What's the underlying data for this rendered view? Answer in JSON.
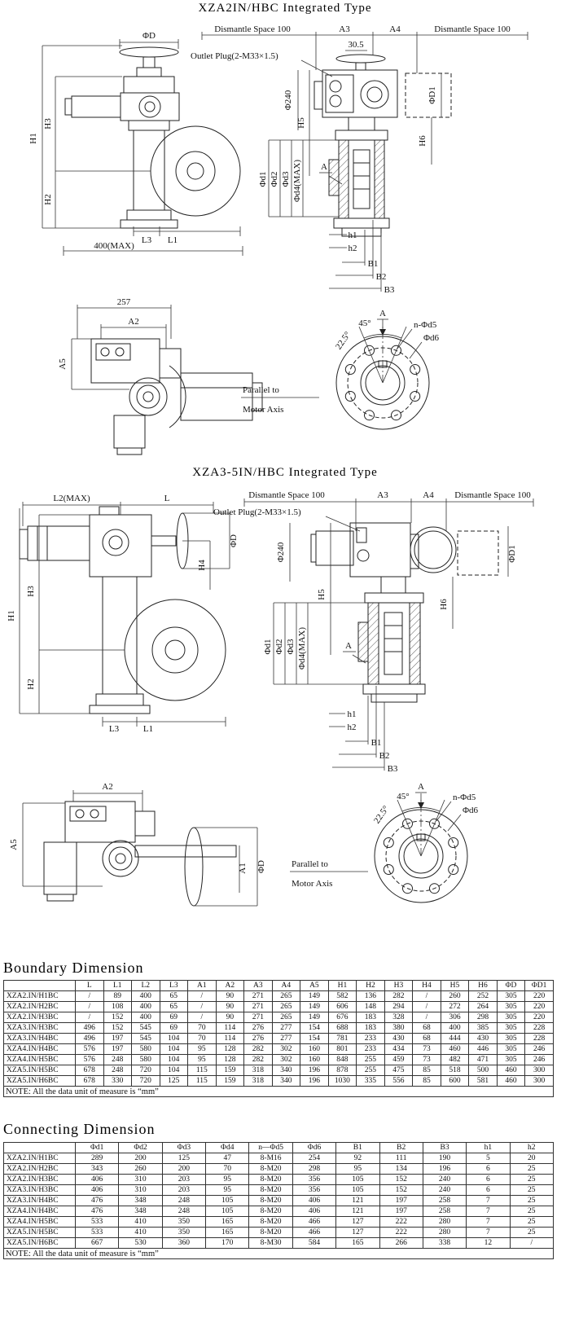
{
  "titles": {
    "section1": "XZA2IN/HBC Integrated Type",
    "section2": "XZA3-5IN/HBC Integrated Type"
  },
  "d1": {
    "phiD": "ΦD",
    "dismantle_left": "Dismantle Space 100",
    "a3": "A3",
    "a4": "A4",
    "dismantle_right": "Dismantle Space 100",
    "dim305": "30.5",
    "outlet": "Outlet Plug(2-M33×1.5)",
    "phi240": "Φ240",
    "h5": "H5",
    "phiD1": "ΦD1",
    "h6": "H6",
    "h1": "H1",
    "h3": "H3",
    "h2": "H2",
    "phid1": "Φd1",
    "phid2": "Φd2",
    "phid3": "Φd3",
    "phid4max": "Φd4(MAX)",
    "sectionA": "A",
    "l3": "L3",
    "l1": "L1",
    "max400": "400(MAX)",
    "h1s": "h1",
    "h2s": "h2",
    "b1": "B1",
    "b2": "B2",
    "b3": "B3"
  },
  "d2": {
    "dim257": "257",
    "a2": "A2",
    "a5": "A5",
    "parallel1": "Parallel to",
    "parallel2": "Motor Axis",
    "nphid5": "n-Φd5",
    "phid6": "Φd6",
    "deg45": "45°",
    "deg225": "22.5°",
    "viewA": "A"
  },
  "d3": {
    "l2max": "L2(MAX)",
    "l": "L",
    "dismantle_left": "Dismantle Space 100",
    "a3": "A3",
    "a4": "A4",
    "dismantle_right": "Dismantle Space 100",
    "outlet": "Outlet Plug(2-M33×1.5)",
    "h4": "H4",
    "phiD": "ΦD",
    "phi240": "Φ240",
    "h5": "H5",
    "phiD1": "ΦD1",
    "h6": "H6",
    "h1": "H1",
    "h3": "H3",
    "h2": "H2",
    "phid1": "Φd1",
    "phid2": "Φd2",
    "phid3": "Φd3",
    "phid4max": "Φd4(MAX)",
    "sectionA": "A",
    "l3": "L3",
    "l1": "L1",
    "h1s": "h1",
    "h2s": "h2",
    "b1": "B1",
    "b2": "B2",
    "b3": "B3"
  },
  "d4": {
    "a2": "A2",
    "a5": "A5",
    "a1": "A1",
    "phiD": "ΦD",
    "parallel1": "Parallel to",
    "parallel2": "Motor Axis",
    "nphid5": "n-Φd5",
    "phid6": "Φd6",
    "deg45": "45°",
    "deg225": "22.5°",
    "viewA": "A"
  },
  "boundary": {
    "title": "Boundary Dimension",
    "headers": [
      "",
      "L",
      "L1",
      "L2",
      "L3",
      "A1",
      "A2",
      "A3",
      "A4",
      "A5",
      "H1",
      "H2",
      "H3",
      "H4",
      "H5",
      "H6",
      "ΦD",
      "ΦD1"
    ],
    "rows": [
      [
        "XZA2.IN/H1BC",
        "/",
        "89",
        "400",
        "65",
        "/",
        "90",
        "271",
        "265",
        "149",
        "582",
        "136",
        "282",
        "/",
        "260",
        "252",
        "305",
        "220"
      ],
      [
        "XZA2.IN/H2BC",
        "/",
        "108",
        "400",
        "65",
        "/",
        "90",
        "271",
        "265",
        "149",
        "606",
        "148",
        "294",
        "/",
        "272",
        "264",
        "305",
        "220"
      ],
      [
        "XZA2.IN/H3BC",
        "/",
        "152",
        "400",
        "69",
        "/",
        "90",
        "271",
        "265",
        "149",
        "676",
        "183",
        "328",
        "/",
        "306",
        "298",
        "305",
        "220"
      ],
      [
        "XZA3.IN/H3BC",
        "496",
        "152",
        "545",
        "69",
        "70",
        "114",
        "276",
        "277",
        "154",
        "688",
        "183",
        "380",
        "68",
        "400",
        "385",
        "305",
        "228"
      ],
      [
        "XZA3.IN/H4BC",
        "496",
        "197",
        "545",
        "104",
        "70",
        "114",
        "276",
        "277",
        "154",
        "781",
        "233",
        "430",
        "68",
        "444",
        "430",
        "305",
        "228"
      ],
      [
        "XZA4.IN/H4BC",
        "576",
        "197",
        "580",
        "104",
        "95",
        "128",
        "282",
        "302",
        "160",
        "801",
        "233",
        "434",
        "73",
        "460",
        "446",
        "305",
        "246"
      ],
      [
        "XZA4.IN/H5BC",
        "576",
        "248",
        "580",
        "104",
        "95",
        "128",
        "282",
        "302",
        "160",
        "848",
        "255",
        "459",
        "73",
        "482",
        "471",
        "305",
        "246"
      ],
      [
        "XZA5.IN/H5BC",
        "678",
        "248",
        "720",
        "104",
        "115",
        "159",
        "318",
        "340",
        "196",
        "878",
        "255",
        "475",
        "85",
        "518",
        "500",
        "460",
        "300"
      ],
      [
        "XZA5.IN/H6BC",
        "678",
        "330",
        "720",
        "125",
        "115",
        "159",
        "318",
        "340",
        "196",
        "1030",
        "335",
        "556",
        "85",
        "600",
        "581",
        "460",
        "300"
      ]
    ],
    "note": "NOTE: All the data unit of measure is “mm”"
  },
  "connecting": {
    "title": "Connecting Dimension",
    "headers": [
      "",
      "Φd1",
      "Φd2",
      "Φd3",
      "Φd4",
      "n—Φd5",
      "Φd6",
      "B1",
      "B2",
      "B3",
      "h1",
      "h2"
    ],
    "rows": [
      [
        "XZA2.IN/H1BC",
        "289",
        "200",
        "125",
        "47",
        "8-M16",
        "254",
        "92",
        "111",
        "190",
        "5",
        "20"
      ],
      [
        "XZA2.IN/H2BC",
        "343",
        "260",
        "200",
        "70",
        "8-M20",
        "298",
        "95",
        "134",
        "196",
        "6",
        "25"
      ],
      [
        "XZA2.IN/H3BC",
        "406",
        "310",
        "203",
        "95",
        "8-M20",
        "356",
        "105",
        "152",
        "240",
        "6",
        "25"
      ],
      [
        "XZA3.IN/H3BC",
        "406",
        "310",
        "203",
        "95",
        "8-M20",
        "356",
        "105",
        "152",
        "240",
        "6",
        "25"
      ],
      [
        "XZA3.IN/H4BC",
        "476",
        "348",
        "248",
        "105",
        "8-M20",
        "406",
        "121",
        "197",
        "258",
        "7",
        "25"
      ],
      [
        "XZA4.IN/H4BC",
        "476",
        "348",
        "248",
        "105",
        "8-M20",
        "406",
        "121",
        "197",
        "258",
        "7",
        "25"
      ],
      [
        "XZA4.IN/H5BC",
        "533",
        "410",
        "350",
        "165",
        "8-M20",
        "466",
        "127",
        "222",
        "280",
        "7",
        "25"
      ],
      [
        "XZA5.IN/H5BC",
        "533",
        "410",
        "350",
        "165",
        "8-M20",
        "466",
        "127",
        "222",
        "280",
        "7",
        "25"
      ],
      [
        "XZA5.IN/H6BC",
        "667",
        "530",
        "360",
        "170",
        "8-M30",
        "584",
        "165",
        "266",
        "338",
        "12",
        "/"
      ]
    ],
    "note": "NOTE: All the data unit of measure is “mm”"
  }
}
